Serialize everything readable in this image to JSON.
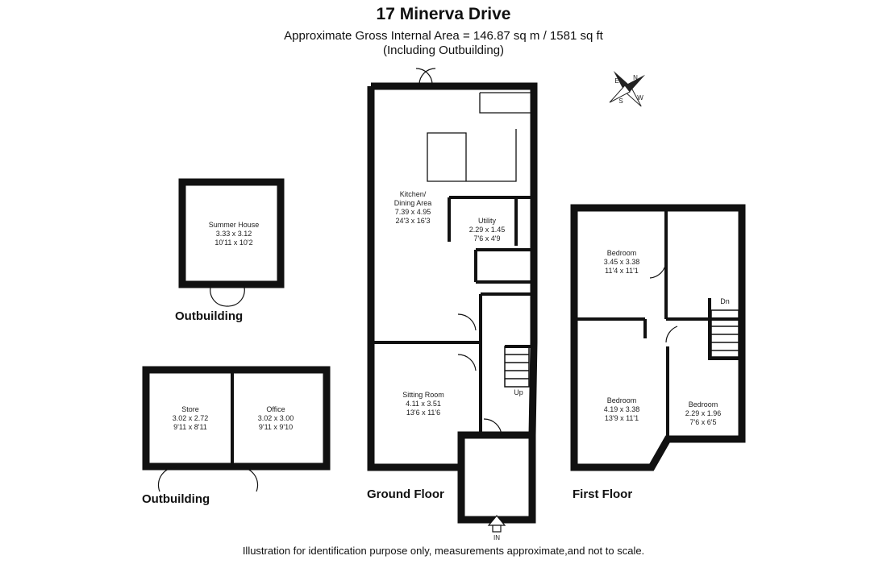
{
  "title": "17 Minerva Drive",
  "subtitle_area": "Approximate Gross Internal Area = 146.87 sq m / 1581 sq ft",
  "subtitle_note": "(Including Outbuilding)",
  "footer": "Illustration for identification purpose only, measurements approximate,and not to scale.",
  "compass": {
    "n": "N",
    "e": "E",
    "s": "S",
    "w": "W"
  },
  "floors": {
    "ground": "Ground Floor",
    "first": "First Floor",
    "outbuilding_top": "Outbuilding",
    "outbuilding_bottom": "Outbuilding"
  },
  "annotations": {
    "up": "Up",
    "dn": "Dn",
    "in": "IN"
  },
  "rooms": [
    {
      "name": "Summer House",
      "metric": "3.33 x 3.12",
      "imperial": "10'11 x 10'2"
    },
    {
      "name": "Kitchen/",
      "name2": "Dining Area",
      "metric": "7.39 x 4.95",
      "imperial": "24'3 x 16'3"
    },
    {
      "name": "Utility",
      "metric": "2.29 x 1.45",
      "imperial": "7'6 x 4'9"
    },
    {
      "name": "Sitting Room",
      "metric": "4.11 x 3.51",
      "imperial": "13'6 x 11'6"
    },
    {
      "name": "Store",
      "metric": "3.02 x 2.72",
      "imperial": "9'11 x 8'11"
    },
    {
      "name": "Office",
      "metric": "3.02 x 3.00",
      "imperial": "9'11 x 9'10"
    },
    {
      "name": "Bedroom",
      "metric": "3.45 x 3.38",
      "imperial": "11'4 x 11'1"
    },
    {
      "name": "Bedroom",
      "metric": "4.19 x 3.38",
      "imperial": "13'9 x 11'1"
    },
    {
      "name": "Bedroom",
      "metric": "2.29 x 1.96",
      "imperial": "7'6 x 6'5"
    }
  ]
}
